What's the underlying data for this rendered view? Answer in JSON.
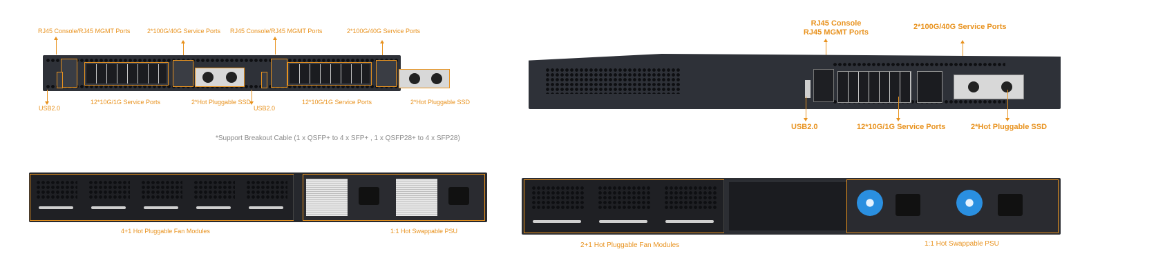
{
  "front_left": {
    "labels": {
      "console_mgmt_1": "RJ45 Console/RJ45 MGMT Ports",
      "qsfp_1": "2*100G/40G Service Ports",
      "console_mgmt_2": "RJ45 Console/RJ45 MGMT Ports",
      "qsfp_2": "2*100G/40G Service Ports",
      "usb_1": "USB2.0",
      "sfp_1": "12*10G/1G Service Ports",
      "ssd_1": "2*Hot Pluggable SSD",
      "usb_2": "USB2.0",
      "sfp_2": "12*10G/1G Service Ports",
      "ssd_2": "2*Hot Pluggable SSD"
    },
    "note": "*Support Breakout Cable  (1 x QSFP+ to 4 x SFP+ , 1 x QSFP28+ to 4 x SFP28)"
  },
  "front_right": {
    "labels": {
      "console": "RJ45 Console",
      "mgmt": "RJ45 MGMT Ports",
      "qsfp": "2*100G/40G Service Ports",
      "usb": "USB2.0",
      "sfp": "12*10G/1G Service Ports",
      "ssd": "2*Hot Pluggable SSD"
    }
  },
  "rear_left": {
    "fans": "4+1  Hot Pluggable Fan Modules",
    "psu": "1:1 Hot Swappable PSU"
  },
  "rear_right": {
    "fans": "2+1  Hot Pluggable Fan Modules",
    "psu": "1:1 Hot Swappable PSU"
  },
  "colors": {
    "accent": "#e8921e",
    "chassis": "#2e3138"
  }
}
